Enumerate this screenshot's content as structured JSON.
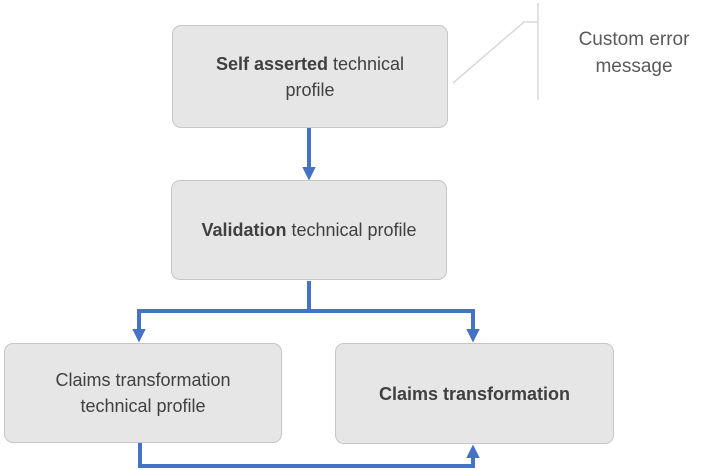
{
  "diagram": {
    "nodes": [
      {
        "id": "self-asserted-technical-profile",
        "bold": "Self asserted",
        "rest": " technical profile"
      },
      {
        "id": "validation-technical-profile",
        "bold": "Validation",
        "rest": " technical profile"
      },
      {
        "id": "claims-transformation-technical-profile",
        "bold": "",
        "rest": "Claims transformation technical profile"
      },
      {
        "id": "claims-transformation",
        "bold": "Claims transformation",
        "rest": ""
      }
    ],
    "annotation": {
      "label": "Custom error message"
    },
    "connections": [
      "self-asserted-technical-profile -> validation-technical-profile",
      "validation-technical-profile -> claims-transformation-technical-profile",
      "validation-technical-profile -> claims-transformation",
      "claims-transformation-technical-profile -> claims-transformation"
    ]
  },
  "colors": {
    "arrow": "#4472C4",
    "node_fill": "#E7E6E6",
    "node_border": "#C7C5C5",
    "node_text": "#404040",
    "annotation_text": "#595959",
    "callout_line": "#D9D9D9"
  }
}
